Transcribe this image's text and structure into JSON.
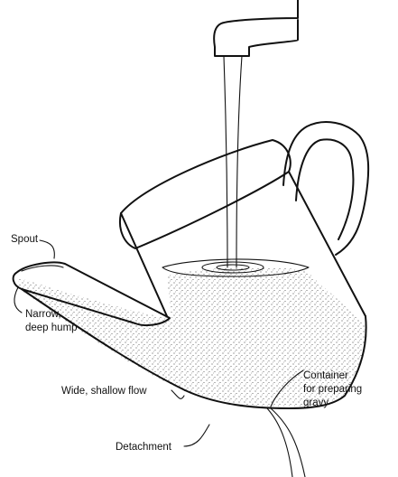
{
  "labels": {
    "spout": "Spout",
    "narrow_line1": "Narrow,",
    "narrow_line2": "deep hump",
    "wide_flow": "Wide, shallow flow",
    "container_line1": "Container",
    "container_line2": "for preparing",
    "container_line3": "gravy",
    "detachment": "Detachment"
  }
}
